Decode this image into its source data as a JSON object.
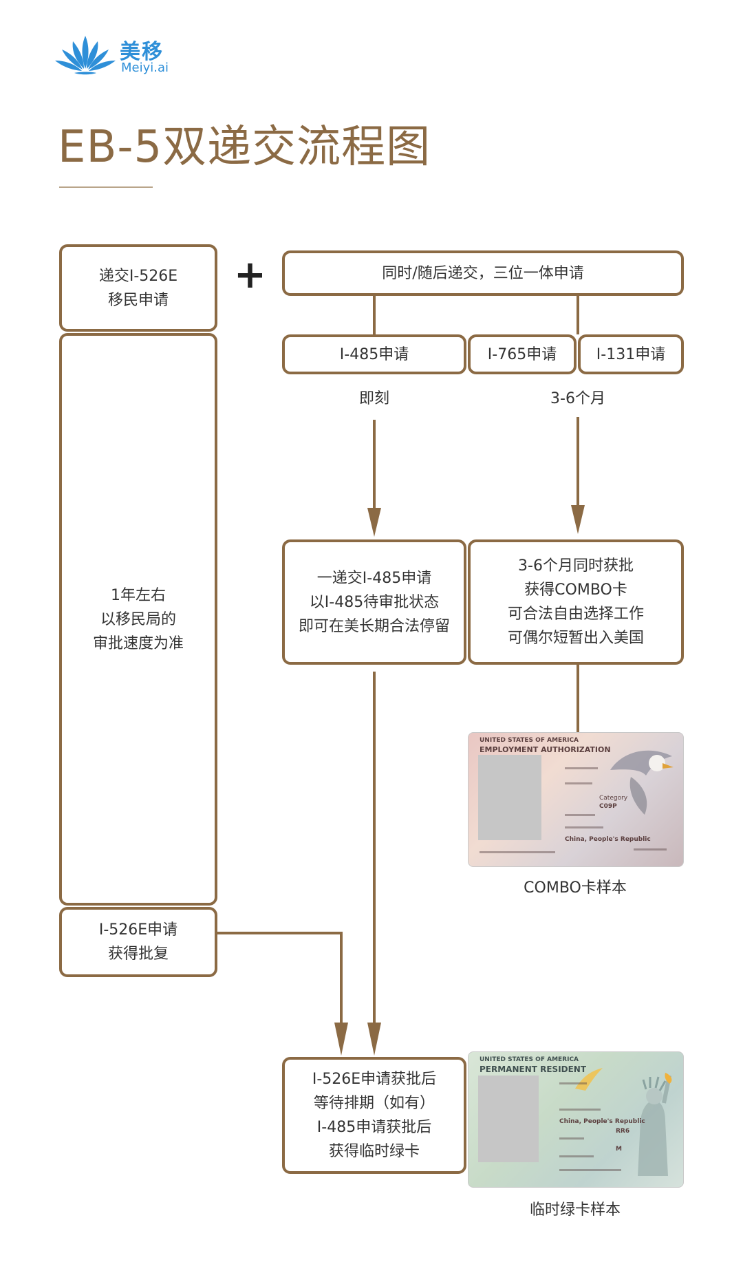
{
  "brand": {
    "name_cn": "美移",
    "name_en": "Meiyi.ai",
    "color": "#2e8fd8"
  },
  "title": "EB-5双递交流程图",
  "colors": {
    "border": "#8b6a44",
    "title": "#8b6a44",
    "text": "#333333"
  },
  "plus_symbol": "+",
  "left_column": {
    "submit": [
      "递交I-526E",
      "移民申请"
    ],
    "wait": [
      "1年左右",
      "以移民局的",
      "审批速度为准"
    ],
    "approved": [
      "I-526E申请",
      "获得批复"
    ]
  },
  "right_top": {
    "concurrent": "同时/随后递交，三位一体申请",
    "i485": "I-485申请",
    "i765": "I-765申请",
    "i131": "I-131申请",
    "label_immediate": "即刻",
    "label_months": "3-6个月"
  },
  "middle": {
    "i485_pending": [
      "一递交I-485申请",
      "以I-485待审批状态",
      "即可在美长期合法停留"
    ],
    "combo": [
      "3-6个月同时获批",
      "获得COMBO卡",
      "可合法自由选择工作",
      "可偶尔短暂出入美国"
    ]
  },
  "combo_card": {
    "caption": "COMBO卡样本",
    "header1": "UNITED STATES OF AMERICA",
    "header2": "EMPLOYMENT AUTHORIZATION",
    "category_label": "Category",
    "category": "C09P",
    "birth_country": "China, People's Republic"
  },
  "bottom": {
    "final": [
      "I-526E申请获批后",
      "等待排期（如有）",
      "I-485申请获批后",
      "获得临时绿卡"
    ]
  },
  "green_card": {
    "caption": "临时绿卡样本",
    "header1": "UNITED STATES OF AMERICA",
    "header2": "PERMANENT RESIDENT",
    "birth_country": "China, People's Republic",
    "category": "RR6",
    "sex": "M"
  }
}
